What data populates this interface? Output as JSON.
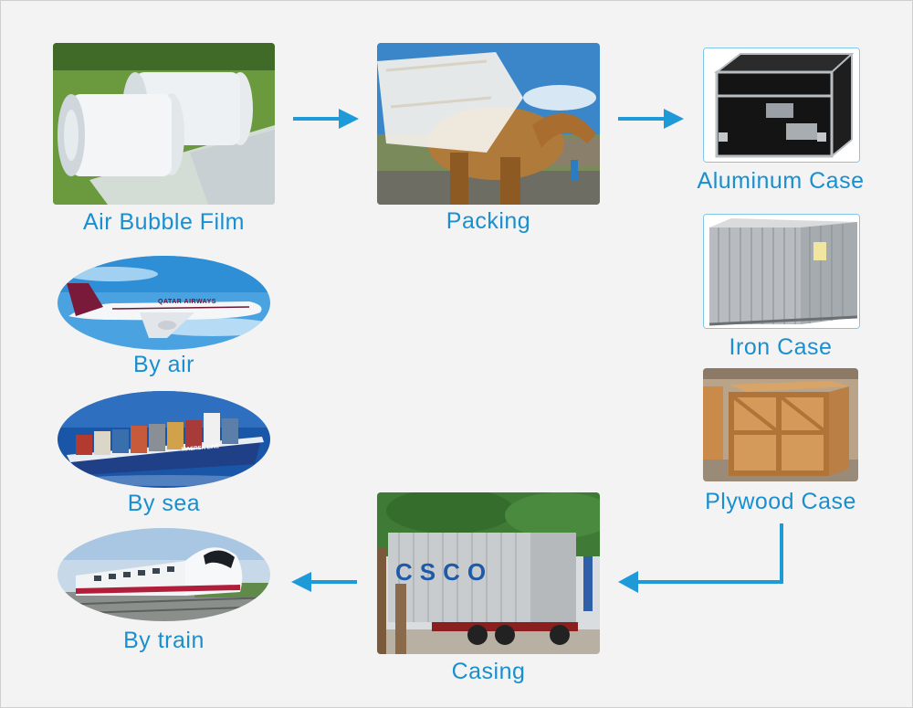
{
  "labels": {
    "air_bubble_film": "Air Bubble Film",
    "packing": "Packing",
    "aluminum_case": "Aluminum Case",
    "iron_case": "Iron Case",
    "plywood_case": "Plywood Case",
    "casing": "Casing",
    "by_air": "By air",
    "by_sea": "By sea",
    "by_train": "By train"
  },
  "photo_text": {
    "airline": "QATAR AIRWAYS",
    "ship_line": "MAERSK LINE",
    "container_brand": "CSCO"
  },
  "colors": {
    "accent": "#1a8fd0",
    "arrow": "#1f9ad8"
  }
}
